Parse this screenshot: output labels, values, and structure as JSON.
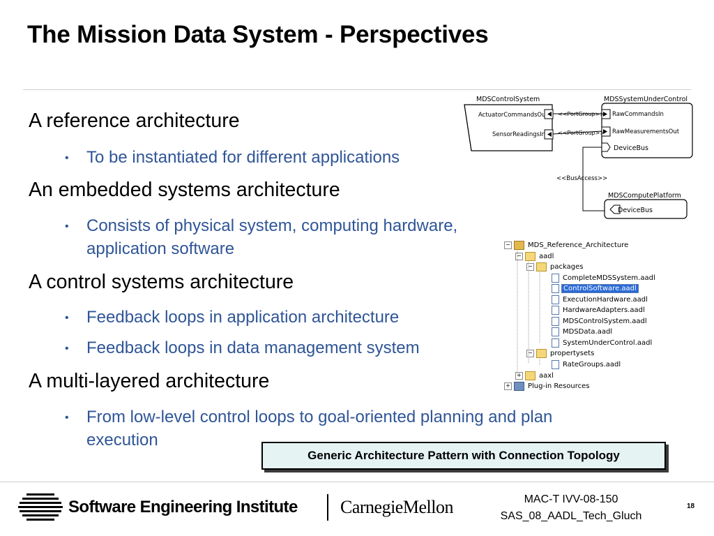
{
  "slide": {
    "title": "The Mission Data System - Perspectives",
    "bullets": [
      {
        "text": "A reference architecture",
        "subs": [
          "To be instantiated for different applications"
        ]
      },
      {
        "text": "An embedded systems architecture",
        "subs": [
          "Consists of physical system, computing hardware,\napplication software"
        ]
      },
      {
        "text": "A control systems architecture",
        "subs": [
          "Feedback loops in application architecture",
          "Feedback loops in data management system"
        ]
      },
      {
        "text": "A multi-layered architecture",
        "subs": [
          "From low-level control loops to goal-oriented planning and plan\nexecution"
        ]
      }
    ],
    "bullet_symbol": "•",
    "caption": "Generic Architecture Pattern with Connection Topology",
    "accent_color": "#2f5597"
  },
  "diagram": {
    "control_system": "MDSControlSystem",
    "system_under_control": "MDSSystemUnderControl",
    "compute_platform": "MDSComputePlatform",
    "ports_left": [
      "ActuatorCommandsOut",
      "SensorReadingsIn"
    ],
    "ports_right": [
      "RawCommandsIn",
      "RawMeasurementsOut",
      "DeviceBus"
    ],
    "connection_label_1": "<<PortGroup>>",
    "connection_label_2": "<<PortGroup>>",
    "bus_access": "<<BusAccess>>",
    "platform_port": "DeviceBus"
  },
  "tree": {
    "root": "MDS_Reference_Architecture",
    "aadl": "aadl",
    "packages": "packages",
    "files": [
      "CompleteMDSSystem.aadl",
      "ControlSoftware.aadl",
      "ExecutionHardware.aadl",
      "HardwareAdapters.aadl",
      "MDSControlSystem.aadl",
      "MDSData.aadl",
      "SystemUnderControl.aadl"
    ],
    "selected_file": "ControlSoftware.aadl",
    "propertysets": "propertysets",
    "propertyset_files": [
      "RateGroups.aadl"
    ],
    "aaxl": "aaxl",
    "plugin": "Plug-in Resources"
  },
  "footer": {
    "sei": "Software Engineering Institute",
    "cmu": "CarnegieMellon",
    "ref_line1": "MAC-T IVV-08-150",
    "ref_line2": "SAS_08_AADL_Tech_Gluch",
    "page": "18"
  }
}
